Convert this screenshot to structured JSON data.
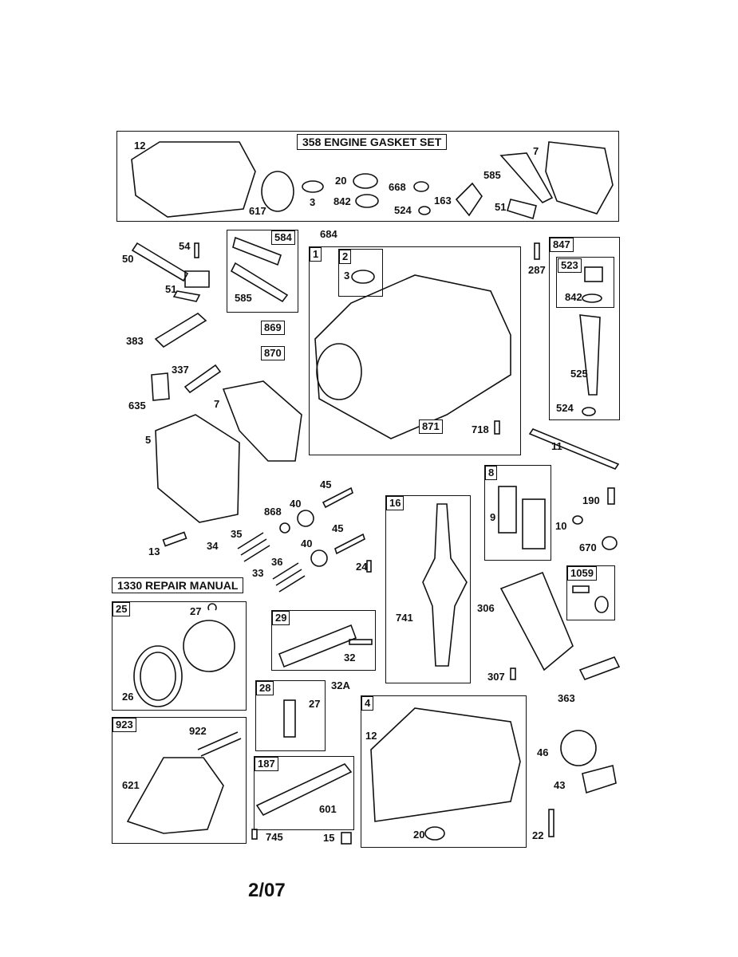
{
  "title_box": "358 ENGINE GASKET SET",
  "manual_box": "1330 REPAIR MANUAL",
  "footer": "2/07",
  "boxed_tags": {
    "t584": "584",
    "t1": "1",
    "t2": "2",
    "t847": "847",
    "t523": "523",
    "t869": "869",
    "t870": "870",
    "t871": "871",
    "t16": "16",
    "t8": "8",
    "t1059": "1059",
    "t25": "25",
    "t29": "29",
    "t28": "28",
    "t4": "4",
    "t923": "923",
    "t187": "187"
  },
  "labels": {
    "l12a": "12",
    "l7a": "7",
    "l585a": "585",
    "l20a": "20",
    "l668": "668",
    "l617": "617",
    "l3a": "3",
    "l842a": "842",
    "l524a": "524",
    "l163": "163",
    "l51a": "51",
    "l684": "684",
    "l54": "54",
    "l50": "50",
    "l51b": "51",
    "l585b": "585",
    "l3b": "3",
    "l287": "287",
    "l842b": "842",
    "l525": "525",
    "l524b": "524",
    "l383": "383",
    "l337": "337",
    "l635": "635",
    "l7b": "7",
    "l5": "5",
    "l718": "718",
    "l11": "11",
    "l45a": "45",
    "l868": "868",
    "l40a": "40",
    "l45b": "45",
    "l40b": "40",
    "l35": "35",
    "l34": "34",
    "l13": "13",
    "l36": "36",
    "l33": "33",
    "l24": "24",
    "l9": "9",
    "l190": "190",
    "l10": "10",
    "l670": "670",
    "l27a": "27",
    "l26": "26",
    "l32": "32",
    "l741": "741",
    "l306": "306",
    "l307": "307",
    "l363": "363",
    "l32A": "32A",
    "l27b": "27",
    "l12b": "12",
    "l922": "922",
    "l621": "621",
    "l46": "46",
    "l43": "43",
    "l601": "601",
    "l745": "745",
    "l15": "15",
    "l20b": "20",
    "l22": "22"
  }
}
